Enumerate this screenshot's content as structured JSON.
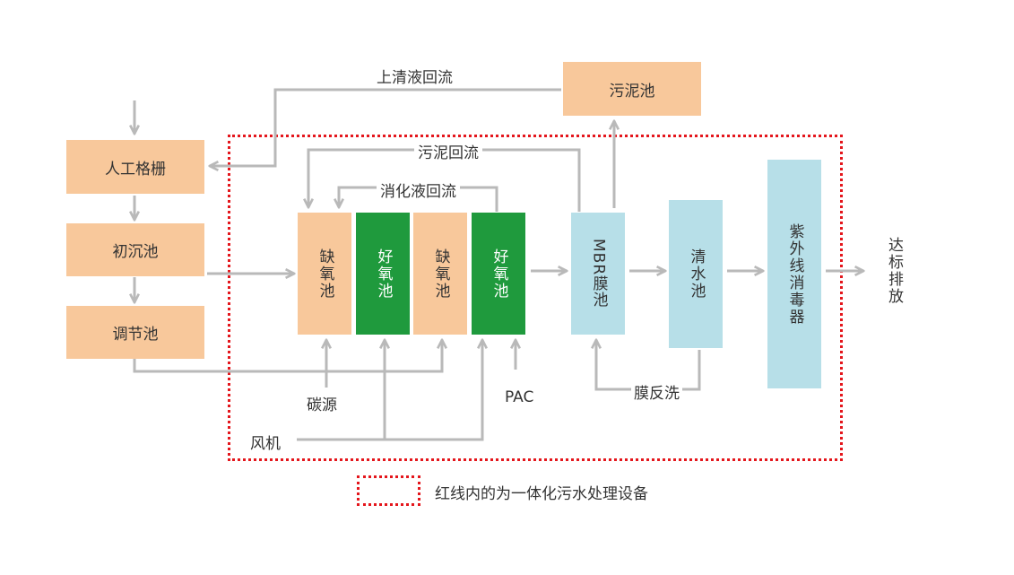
{
  "boxes": {
    "grille": "人工格栅",
    "primary_settling": "初沉池",
    "equalization": "调节池",
    "sludge_tank": "污泥池",
    "anoxic_1": "缺氧池",
    "aerobic_1": "好氧池",
    "anoxic_2": "缺氧池",
    "aerobic_2": "好氧池",
    "mbr": "MBR膜池",
    "clear_water": "清水池",
    "uv": "紫外线消毒器"
  },
  "labels": {
    "supernatant_return": "上清液回流",
    "sludge_return": "污泥回流",
    "nitrified_return": "消化液回流",
    "carbon_source": "碳源",
    "pac": "PAC",
    "blower": "风机",
    "membrane_backwash": "膜反洗",
    "discharge": "达标排放"
  },
  "legend": {
    "text": "红线内的为一体化污水处理设备"
  },
  "colors": {
    "peach": "#f8c89b",
    "green": "#1f9a3d",
    "blue": "#b7dfe8",
    "arrow_gray": "#b9b9b9",
    "frame_red": "#e4161c"
  }
}
